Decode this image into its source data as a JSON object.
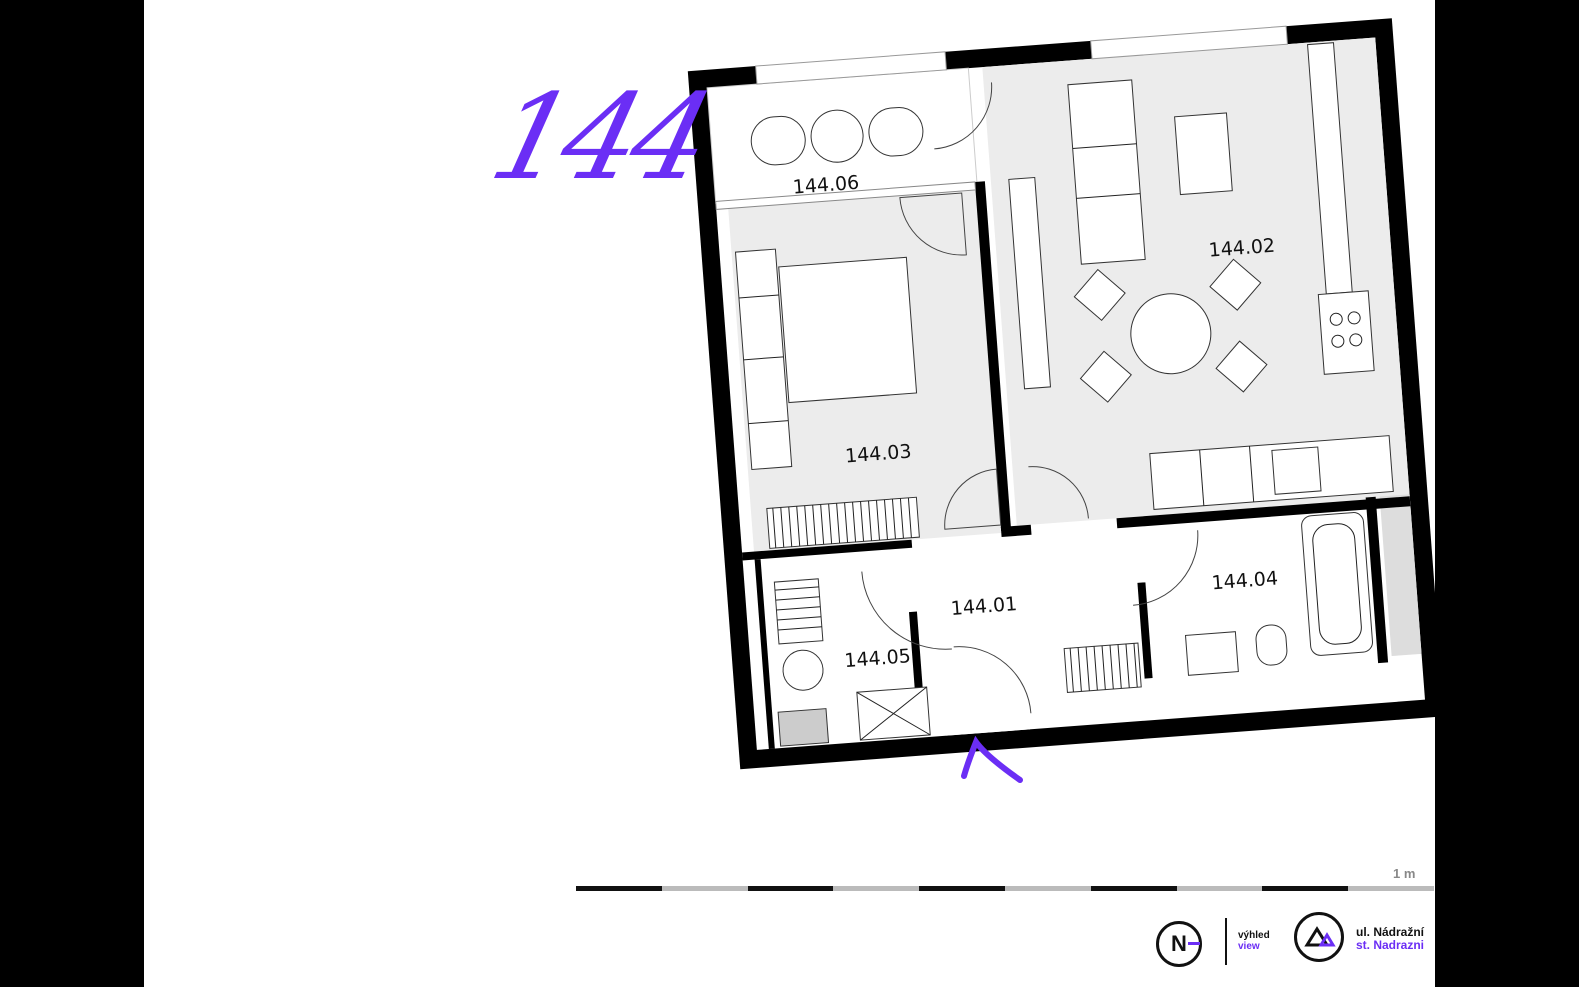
{
  "unit_number": "144",
  "rooms": [
    {
      "id": "144.01"
    },
    {
      "id": "144.02"
    },
    {
      "id": "144.03"
    },
    {
      "id": "144.04"
    },
    {
      "id": "144.05"
    },
    {
      "id": "144.06"
    }
  ],
  "scale": {
    "label": "1 m"
  },
  "brand": {
    "line1": "výhled",
    "line2": "view",
    "logo_letter": "N"
  },
  "street": {
    "line1": "ul. Nádražní",
    "line2": "st. Nadrazni"
  },
  "colors": {
    "accent": "#6b2ef5",
    "wall": "#000000",
    "room_fill": "#ececec",
    "background": "#ffffff"
  },
  "icons": [
    "north-logo-icon",
    "mountain-logo-icon",
    "entrance-arrow-icon"
  ]
}
